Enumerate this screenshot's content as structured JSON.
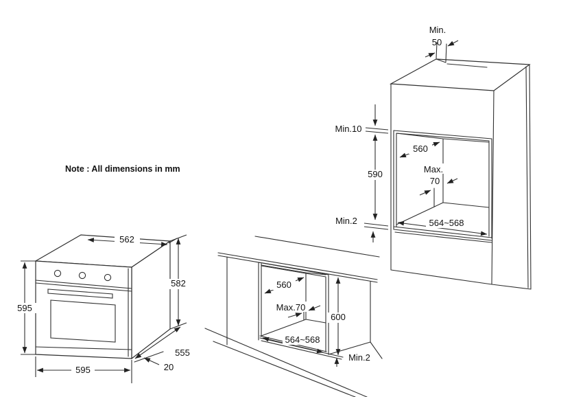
{
  "note": "Note : All dimensions in mm",
  "oven": {
    "top_width": "562",
    "body_height": "582",
    "front_height": "595",
    "front_width": "595",
    "depth": "555",
    "door_thickness": "20"
  },
  "base_cabinet": {
    "niche_depth": "560",
    "cable_distance": "Max.70",
    "niche_height": "600",
    "niche_width": "564~568",
    "bottom_gap": "Min.2"
  },
  "tall_cabinet": {
    "top_clearance_label": "Min.",
    "top_clearance_value": "50",
    "top_gap": "Min.10",
    "niche_depth": "560",
    "cable_label": "Max.",
    "cable_value": "70",
    "niche_height": "590",
    "niche_width": "564~568",
    "bottom_gap": "Min.2"
  }
}
